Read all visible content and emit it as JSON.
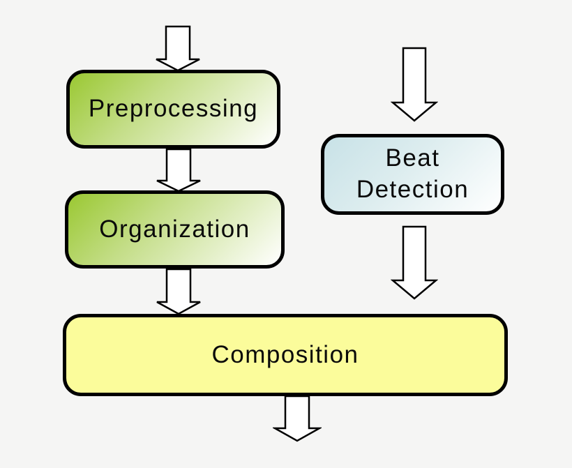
{
  "diagram": {
    "nodes": {
      "preprocessing": {
        "label": "Preprocessing"
      },
      "organization": {
        "label": "Organization"
      },
      "beat_detection": {
        "label": "Beat Detection",
        "line1": "Beat",
        "line2": "Detection"
      },
      "composition": {
        "label": "Composition"
      }
    },
    "arrows": [
      "into-preprocessing",
      "preprocessing-to-organization",
      "organization-to-composition",
      "into-beat-detection",
      "beat-detection-to-composition",
      "composition-output"
    ],
    "colors": {
      "background": "#f5f5f4",
      "node_border": "#000000",
      "green_gradient_start": "#9ac832",
      "green_gradient_end": "#ffffff",
      "blue_gradient_start": "#c8e2e7",
      "blue_gradient_end": "#ffffff",
      "yellow_fill": "#fbfc9b",
      "arrow_fill": "#ffffff",
      "arrow_stroke": "#000000",
      "text": "#0a0a0a"
    }
  }
}
